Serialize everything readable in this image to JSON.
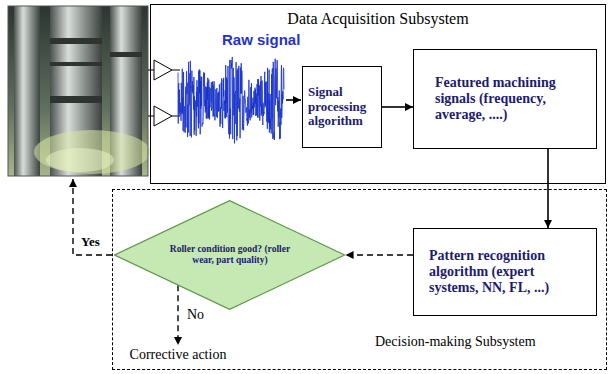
{
  "diagram": {
    "nodes": [
      {
        "text": [
          "Data Acquisition Subsystem"
        ]
      },
      {
        "text": [
          "Signal processing algorithm"
        ],
        "in": 0
      },
      {
        "text": [
          "Featured machining signals (frequency, average, ....)"
        ],
        "in": 0
      },
      {
        "text": [
          "Decision-making Subsystem"
        ]
      },
      {
        "text": [
          "Pattern recognition algorithm (expert systems, NN, FL, ...)"
        ],
        "in": 3
      },
      {
        "text": [
          "Roller condition good? (roller wear, part quality)"
        ],
        "in": 3
      },
      {
        "text": [
          "Corrective action"
        ],
        "in": 3
      }
    ],
    "edges": [
      {
        "from": 1,
        "to": 2,
        "arrow": "to"
      },
      {
        "from": 2,
        "to": 4,
        "arrow": "to"
      },
      {
        "from": 4,
        "to": 5,
        "arrow": "to"
      },
      {
        "from": 5,
        "to": 6,
        "label": "No",
        "arrow": "to"
      }
    ],
    "labels": [
      "Raw signal",
      "Yes"
    ]
  }
}
